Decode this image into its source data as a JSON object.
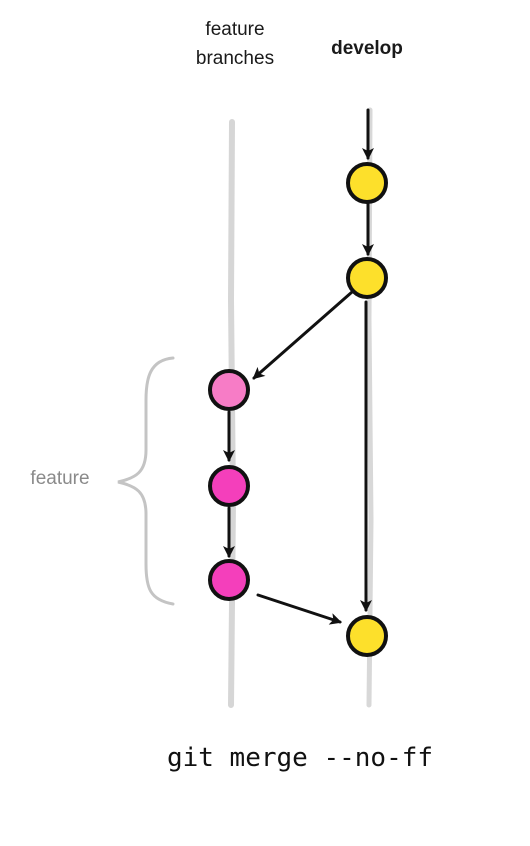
{
  "columns": {
    "feature_branches": "feature\nbranches",
    "develop": "develop"
  },
  "brace_label": "feature",
  "caption": "git merge --no-ff",
  "colors": {
    "lane": "#d6d6d6",
    "brace": "#c4c4c4",
    "commit_outline": "#111111",
    "develop_commit": "#fde02b",
    "feature_commit_first": "#f77cc6",
    "feature_commit": "#f43fbb"
  }
}
